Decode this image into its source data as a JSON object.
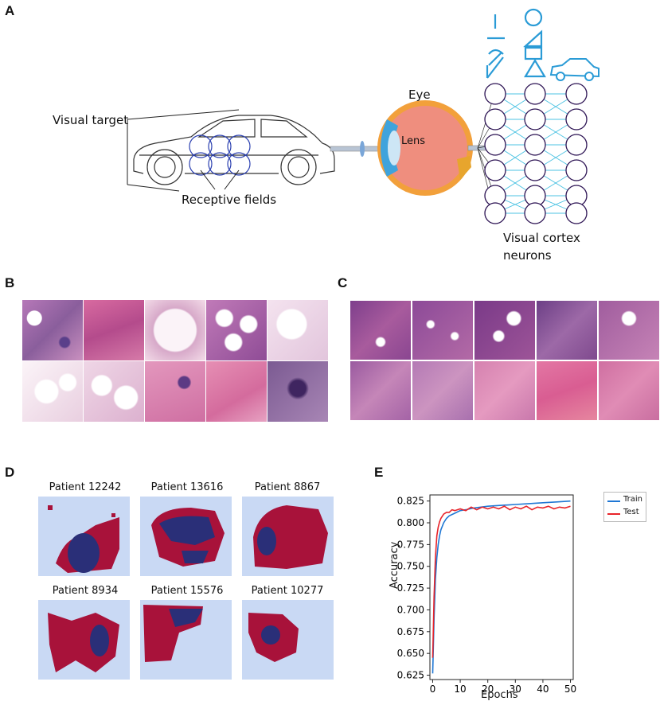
{
  "panels": {
    "A": "A",
    "B": "B",
    "C": "C",
    "D": "D",
    "E": "E"
  },
  "panelA": {
    "visual_target": "Visual target",
    "receptive_fields": "Receptive fields",
    "eye": "Eye",
    "lens": "Lens",
    "visual_cortex_line1": "Visual cortex",
    "visual_cortex_line2": "neurons"
  },
  "panelD": {
    "titles": [
      "Patient 12242",
      "Patient 13616",
      "Patient 8867",
      "Patient 8934",
      "Patient 15576",
      "Patient 10277"
    ]
  },
  "colors": {
    "tumor": "#a8123a",
    "healthy": "#2a2f78",
    "background": "#c9d9f4",
    "train": "#1f77d4",
    "test": "#e8242a"
  },
  "chart_data": {
    "type": "line",
    "xlabel": "Epochs",
    "ylabel": "Accuracy",
    "xlim": [
      -1,
      51
    ],
    "ylim": [
      0.62,
      0.832
    ],
    "xticks": [
      0,
      10,
      20,
      30,
      40,
      50
    ],
    "yticks": [
      0.625,
      0.65,
      0.675,
      0.7,
      0.725,
      0.75,
      0.775,
      0.8,
      0.825
    ],
    "ytick_labels": [
      "0.625",
      "0.650",
      "0.675",
      "0.700",
      "0.725",
      "0.750",
      "0.775",
      "0.800",
      "0.825"
    ],
    "legend_position": "top-right, outside",
    "series": [
      {
        "name": "Train",
        "color": "#1f77d4",
        "x": [
          0,
          0.5,
          1,
          1.5,
          2,
          2.5,
          3,
          4,
          5,
          6,
          8,
          10,
          12,
          15,
          20,
          25,
          30,
          35,
          40,
          45,
          50
        ],
        "y": [
          0.627,
          0.69,
          0.735,
          0.76,
          0.775,
          0.785,
          0.792,
          0.8,
          0.805,
          0.808,
          0.811,
          0.814,
          0.815,
          0.817,
          0.819,
          0.82,
          0.821,
          0.822,
          0.823,
          0.824,
          0.825
        ]
      },
      {
        "name": "Test",
        "color": "#e8242a",
        "x": [
          0,
          0.5,
          1,
          1.5,
          2,
          2.5,
          3,
          4,
          5,
          6,
          7,
          8,
          10,
          12,
          14,
          16,
          18,
          20,
          22,
          24,
          26,
          28,
          30,
          32,
          34,
          36,
          38,
          40,
          42,
          44,
          46,
          48,
          50
        ],
        "y": [
          0.645,
          0.715,
          0.76,
          0.785,
          0.795,
          0.801,
          0.805,
          0.81,
          0.812,
          0.812,
          0.815,
          0.814,
          0.816,
          0.814,
          0.818,
          0.815,
          0.818,
          0.816,
          0.818,
          0.816,
          0.819,
          0.815,
          0.818,
          0.816,
          0.819,
          0.815,
          0.818,
          0.817,
          0.819,
          0.816,
          0.818,
          0.817,
          0.819
        ]
      }
    ]
  }
}
